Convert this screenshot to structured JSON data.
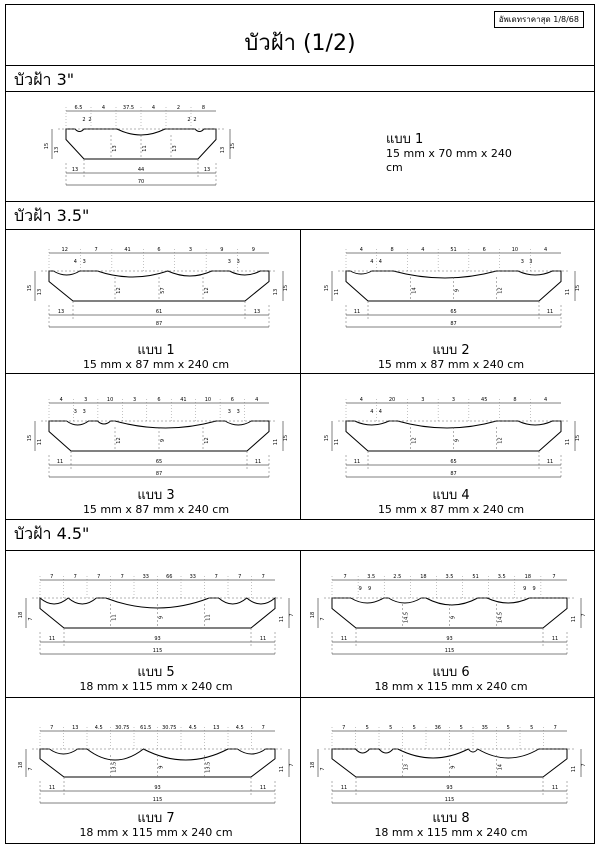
{
  "stamp": "อัพเดทราคาสุด 1/8/68",
  "title": "บัวฝ้า (1/2)",
  "sections": [
    {
      "label": "บัวฝ้า 3\""
    },
    {
      "label": "บัวฝ้า 3.5\""
    },
    {
      "label": "บัวฝ้า 4.5\""
    }
  ],
  "models": [
    {
      "name": "แบบ 1",
      "size": "15 mm x 70 mm x 240 cm",
      "top_dims": [
        "6.5",
        "4",
        "37.5",
        "4",
        "2",
        "8"
      ],
      "sub_dims": [
        "2",
        "2",
        "2",
        "2"
      ],
      "side_dims": [
        "15",
        "13",
        "13",
        "15"
      ],
      "mid_dims": [
        "13",
        "11",
        "13"
      ],
      "bottom_dims": [
        "13",
        "44",
        "13"
      ],
      "total": "70"
    },
    {
      "name": "แบบ 1",
      "size": "15 mm x 87 mm x 240 cm",
      "top_dims": [
        "12",
        "7",
        "41",
        "6",
        "3",
        "9",
        "9"
      ],
      "sub_dims": [
        "4",
        "3",
        "3",
        "3"
      ],
      "side_dims": [
        "15",
        "13",
        "13",
        "15"
      ],
      "mid_dims": [
        "12",
        "57",
        "12"
      ],
      "bottom_dims": [
        "13",
        "61",
        "13"
      ],
      "total": "87"
    },
    {
      "name": "แบบ 2",
      "size": "15 mm x 87 mm x 240 cm",
      "top_dims": [
        "4",
        "8",
        "4",
        "51",
        "6",
        "10",
        "4"
      ],
      "sub_dims": [
        "4",
        "4",
        "3",
        "3"
      ],
      "side_dims": [
        "15",
        "11",
        "11",
        "15"
      ],
      "mid_dims": [
        "14",
        "9",
        "12"
      ],
      "bottom_dims": [
        "11",
        "65",
        "11"
      ],
      "total": "87"
    },
    {
      "name": "แบบ 3",
      "size": "15 mm x 87 mm x 240 cm",
      "top_dims": [
        "4",
        "3",
        "10",
        "3",
        "6",
        "41",
        "10",
        "6",
        "4"
      ],
      "sub_dims": [
        "3",
        "3",
        "3",
        "3"
      ],
      "side_dims": [
        "15",
        "11",
        "11",
        "15"
      ],
      "mid_dims": [
        "12",
        "9",
        "12"
      ],
      "bottom_dims": [
        "11",
        "65",
        "11"
      ],
      "total": "87"
    },
    {
      "name": "แบบ 4",
      "size": "15 mm x 87 mm x 240 cm",
      "top_dims": [
        "4",
        "20",
        "3",
        "3",
        "45",
        "8",
        "4"
      ],
      "sub_dims": [
        "4",
        "4"
      ],
      "side_dims": [
        "15",
        "11",
        "11",
        "15"
      ],
      "mid_dims": [
        "12",
        "9",
        "12"
      ],
      "bottom_dims": [
        "11",
        "65",
        "11"
      ],
      "total": "87"
    },
    {
      "name": "แบบ 5",
      "size": "18 mm x 115 mm x 240 cm",
      "top_dims": [
        "7",
        "7",
        "7",
        "7",
        "33",
        "66",
        "33",
        "7",
        "7",
        "7"
      ],
      "sub_dims": [],
      "side_dims": [
        "18",
        "7",
        "11",
        "7"
      ],
      "mid_dims": [
        "11",
        "9",
        "11"
      ],
      "bottom_dims": [
        "11",
        "93",
        "11"
      ],
      "total": "115"
    },
    {
      "name": "แบบ 6",
      "size": "18 mm x 115 mm x 240 cm",
      "top_dims": [
        "7",
        "3.5",
        "2.5",
        "18",
        "3.5",
        "51",
        "3.5",
        "18",
        "7"
      ],
      "sub_dims": [
        "9",
        "9",
        "9",
        "9"
      ],
      "side_dims": [
        "18",
        "7",
        "11",
        "7"
      ],
      "mid_dims": [
        "14.5",
        "9",
        "14.5"
      ],
      "bottom_dims": [
        "11",
        "93",
        "11"
      ],
      "total": "115"
    },
    {
      "name": "แบบ 7",
      "size": "18 mm x 115 mm x 240 cm",
      "top_dims": [
        "7",
        "13",
        "4.5",
        "30.75",
        "61.5",
        "30.75",
        "4.5",
        "13",
        "4.5",
        "7"
      ],
      "sub_dims": [],
      "side_dims": [
        "18",
        "7",
        "11",
        "7"
      ],
      "mid_dims": [
        "13.5",
        "9",
        "13.5"
      ],
      "bottom_dims": [
        "11",
        "93",
        "11"
      ],
      "total": "115"
    },
    {
      "name": "แบบ 8",
      "size": "18 mm x 115 mm x 240 cm",
      "top_dims": [
        "7",
        "5",
        "5",
        "5",
        "36",
        "5",
        "35",
        "5",
        "5",
        "7"
      ],
      "sub_dims": [],
      "side_dims": [
        "18",
        "7",
        "11",
        "7"
      ],
      "mid_dims": [
        "13",
        "9",
        "14"
      ],
      "bottom_dims": [
        "11",
        "93",
        "11"
      ],
      "total": "115"
    }
  ]
}
